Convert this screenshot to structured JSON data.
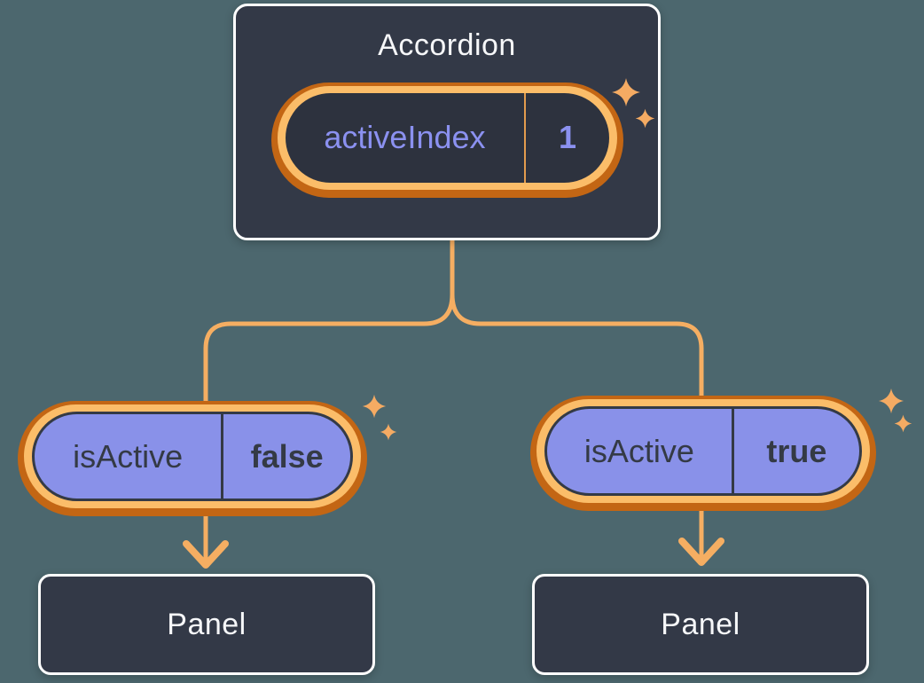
{
  "diagram": {
    "accordion": {
      "title": "Accordion",
      "state": {
        "label": "activeIndex",
        "value": "1"
      }
    },
    "children": [
      {
        "prop": {
          "label": "isActive",
          "value": "false"
        },
        "panel_title": "Panel"
      },
      {
        "prop": {
          "label": "isActive",
          "value": "true"
        },
        "panel_title": "Panel"
      }
    ]
  },
  "icons": {
    "sparkle": "four-point-star"
  },
  "colors": {
    "background": "#4C676E",
    "node_fill": "#333947",
    "node_border": "#FFFFFF",
    "pill_ring_outer": "#C36614",
    "pill_ring_inner": "#FBBD69",
    "pill_fill_state": "#2D323E",
    "pill_fill_prop": "#8991E9",
    "text_light": "#F6F7F9",
    "text_purple": "#8B91F0",
    "text_dark": "#343A45",
    "wire": "#F5AE62",
    "state_divider": "#E39C4E",
    "sparkle": "#F5AB63"
  }
}
